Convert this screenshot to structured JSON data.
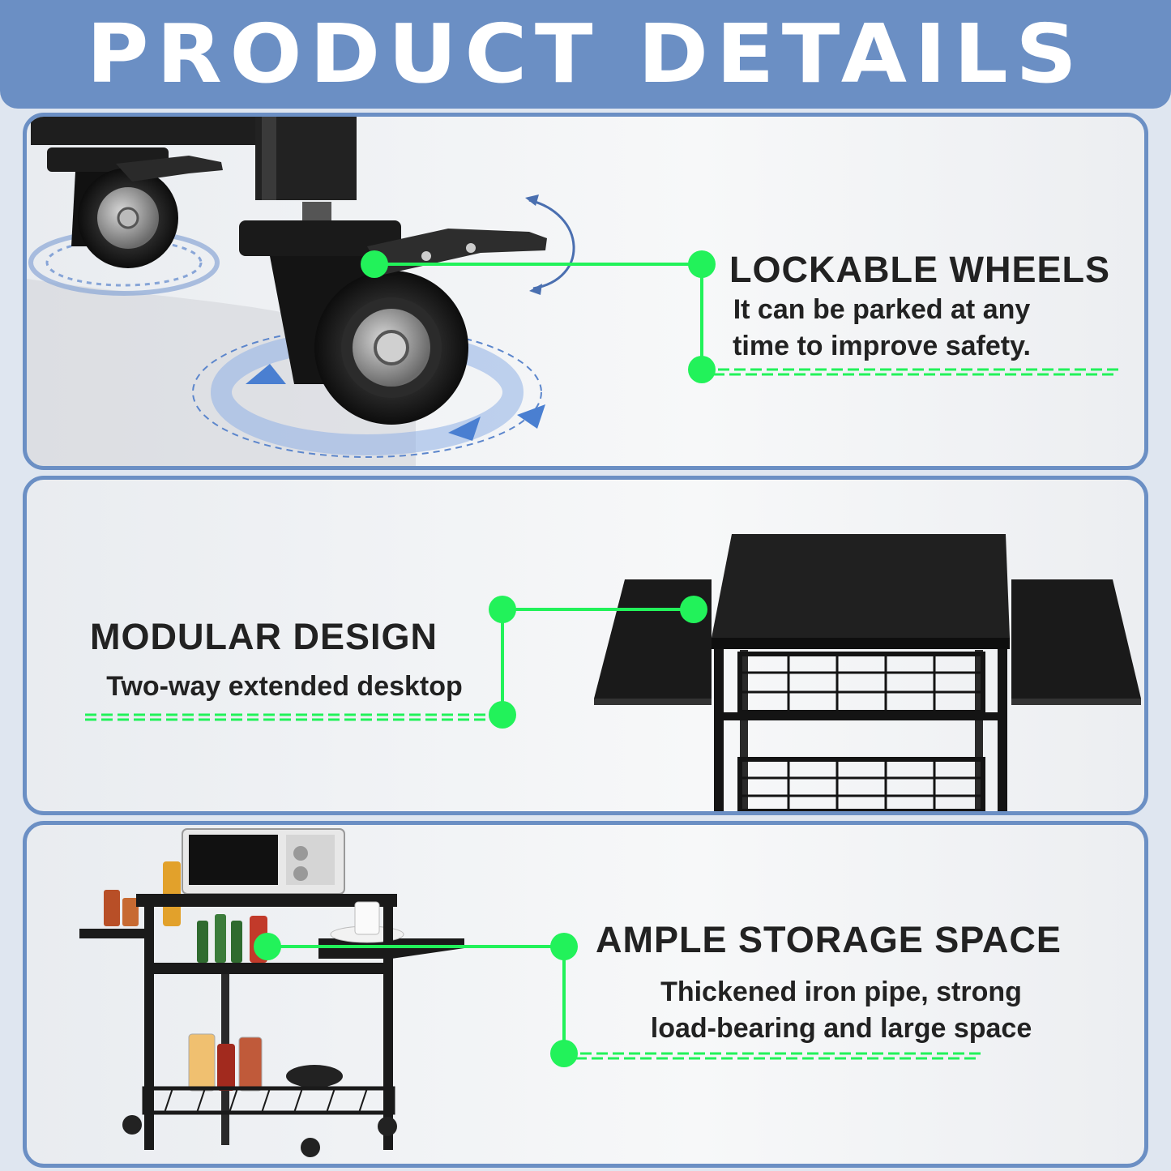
{
  "header": {
    "title": "PRODUCT DETAILS"
  },
  "features": [
    {
      "title": "LOCKABLE WHEELS",
      "line1": "It can be parked at any",
      "line2": "time to improve safety."
    },
    {
      "title": "MODULAR DESIGN",
      "line1": "Two-way extended desktop"
    },
    {
      "title": "AMPLE STORAGE SPACE",
      "line1": "Thickened iron pipe, strong",
      "line2": "load-bearing and large space"
    }
  ],
  "colors": {
    "accent_green": "#22f25a",
    "frame_blue": "#6b8fc4",
    "text": "#222222"
  }
}
